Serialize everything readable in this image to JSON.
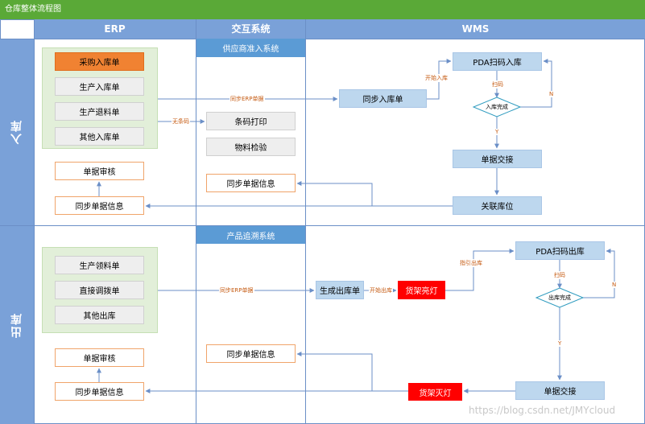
{
  "title": "仓库整体流程图",
  "columns": {
    "erp": "ERP",
    "interaction": "交互系统",
    "wms": "WMS"
  },
  "lanes": {
    "inbound": "入库",
    "outbound": "出库"
  },
  "inbound": {
    "erp_orders": [
      "采购入库单",
      "生产入库单",
      "生产退料单",
      "其他入库单"
    ],
    "erp_review": "单据审核",
    "erp_sync": "同步单据信息",
    "supplier_system": "供应商准入系统",
    "barcode_print": "条码打印",
    "material_inspect": "物料检验",
    "mid_sync": "同步单据信息",
    "sync_inbound": "同步入库单",
    "pda_scan_in": "PDA扫码入库",
    "in_done": "入库完成",
    "handover": "单据交接",
    "link_location": "关联库位",
    "label_sync_erp": "同步ERP单据",
    "label_no_barcode": "无条码",
    "label_start_in": "开始入库",
    "label_scan": "扫码",
    "label_y": "Y",
    "label_n": "N"
  },
  "outbound": {
    "erp_orders": [
      "生产领料单",
      "直接调拨单",
      "其他出库"
    ],
    "erp_review": "单据审核",
    "erp_sync": "同步单据信息",
    "trace_system": "产品追溯系统",
    "mid_sync": "同步单据信息",
    "gen_out_order": "生成出库单",
    "shelf_light_on": "货架亮灯",
    "pda_scan_out": "PDA扫码出库",
    "out_done": "出库完成",
    "handover": "单据交接",
    "shelf_light_off": "货架灭灯",
    "label_sync_erp": "同步ERP单据",
    "label_start_out": "开始出库",
    "label_guide_out": "指引出库",
    "label_scan": "扫码",
    "label_y": "Y",
    "label_n": "N"
  },
  "watermark": "https://blog.csdn.net/JMYcloud",
  "colors": {
    "title_bar": "#5aa937",
    "header": "#7aa1d8",
    "line": "#6b8fc7",
    "orange": "#f08232",
    "red": "#ff0000",
    "light_blue": "#bdd7ee",
    "blue_header": "#5b9bd5",
    "green_group": "#e2efd9",
    "label_text": "#c55a11"
  }
}
